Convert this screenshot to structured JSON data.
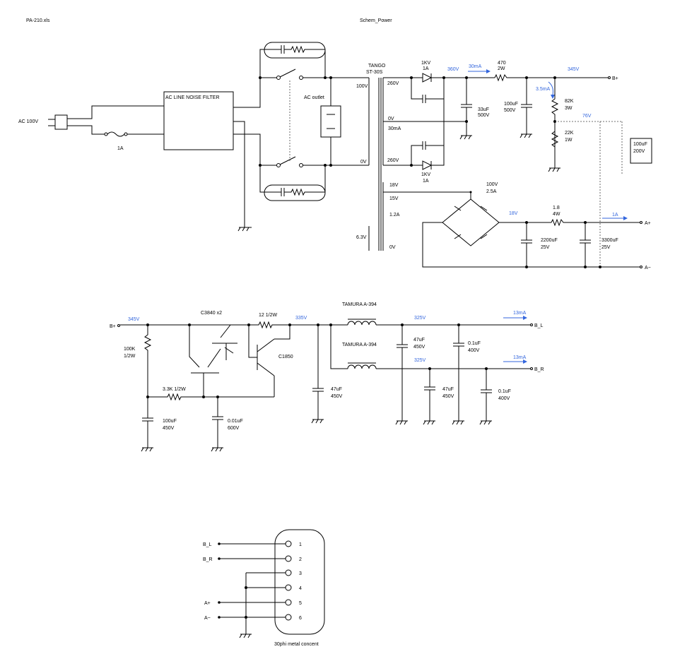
{
  "header": {
    "file_name": "PA-210.xls",
    "sheet_name": "Schem_Power"
  },
  "power_section": {
    "ac_input": "AC 100V",
    "fuse": "1A",
    "filter": "AC LINE NOISE FILTER",
    "ac_outlet": "AC outlet",
    "transformer": {
      "maker": "TANGO",
      "model": "ST-30S",
      "primary_100v": "100V",
      "primary_0v": "0V",
      "hv_top": "260V",
      "hv_center": "0V",
      "hv_current": "30mA",
      "hv_bottom": "260V",
      "lv_18v": "18V",
      "lv_15v": "15V",
      "lv_current": "1.2A",
      "lv_heater": "6.3V",
      "lv_0v": "0V"
    },
    "hv_diode_top": {
      "voltage": "1KV",
      "current": "1A"
    },
    "hv_diode_bottom": {
      "voltage": "1KV",
      "current": "1A"
    },
    "hv_rail_voltage": "360V",
    "hv_current": "30mA",
    "cap_33uf": {
      "value": "33uF",
      "voltage": "500V"
    },
    "res_470": {
      "value": "470",
      "power": "2W"
    },
    "b_plus_voltage": "345V",
    "b_plus_label": "B+",
    "cap_100uf_500v": {
      "value": "100uF",
      "voltage": "500V"
    },
    "bleed_current": "3.5mA",
    "res_82k": {
      "value": "82K",
      "power": "3W"
    },
    "res_22k": {
      "value": "22K",
      "power": "1W"
    },
    "heater_bias": "76V",
    "cap_100uf_200v": {
      "value": "100uF",
      "voltage": "200V"
    },
    "bridge": {
      "voltage": "100V",
      "current": "2.5A"
    },
    "lv_rail_voltage": "18V",
    "res_1r8": {
      "value": "1.8",
      "power": "4W"
    },
    "lv_current": "1A",
    "a_plus": "A+",
    "a_minus": "A−",
    "cap_2200uf": {
      "value": "2200uF",
      "voltage": "25V"
    },
    "cap_3300uf": {
      "value": "3300uF",
      "voltage": "25V"
    }
  },
  "regulator_section": {
    "b_plus_label": "B+",
    "input_voltage": "345V",
    "res_100k": {
      "value": "100K",
      "power": "1/2W"
    },
    "darlington": "C3840 x2",
    "res_12": "12  1/2W",
    "output_voltage": "335V",
    "transistor_c1850": "C1850",
    "res_3k3": "3.3K  1/2W",
    "cap_100uf_450v": {
      "value": "100uF",
      "voltage": "450V"
    },
    "cap_0u01": {
      "value": "0.01uF",
      "voltage": "600V"
    },
    "cap_47uf_main": {
      "value": "47uF",
      "voltage": "450V"
    },
    "choke_l": "TAMURA A-394",
    "choke_r": "TAMURA A-394",
    "bl_voltage": "325V",
    "br_voltage": "325V",
    "bl_current": "13mA",
    "br_current": "13mA",
    "bl_label": "B_L",
    "br_label": "B_R",
    "cap_47uf_l": {
      "value": "47uF",
      "voltage": "450V"
    },
    "cap_47uf_r": {
      "value": "47uF",
      "voltage": "450V"
    },
    "cap_0u1_l": {
      "value": "0.1uF",
      "voltage": "400V"
    },
    "cap_0u1_r": {
      "value": "0.1uF",
      "voltage": "400V"
    }
  },
  "connector": {
    "title": "30phi metal concent",
    "pins": [
      {
        "number": "1",
        "signal": "B_L"
      },
      {
        "number": "2",
        "signal": "B_R"
      },
      {
        "number": "3",
        "signal": ""
      },
      {
        "number": "4",
        "signal": ""
      },
      {
        "number": "5",
        "signal": "A+"
      },
      {
        "number": "6",
        "signal": "A−"
      }
    ]
  }
}
